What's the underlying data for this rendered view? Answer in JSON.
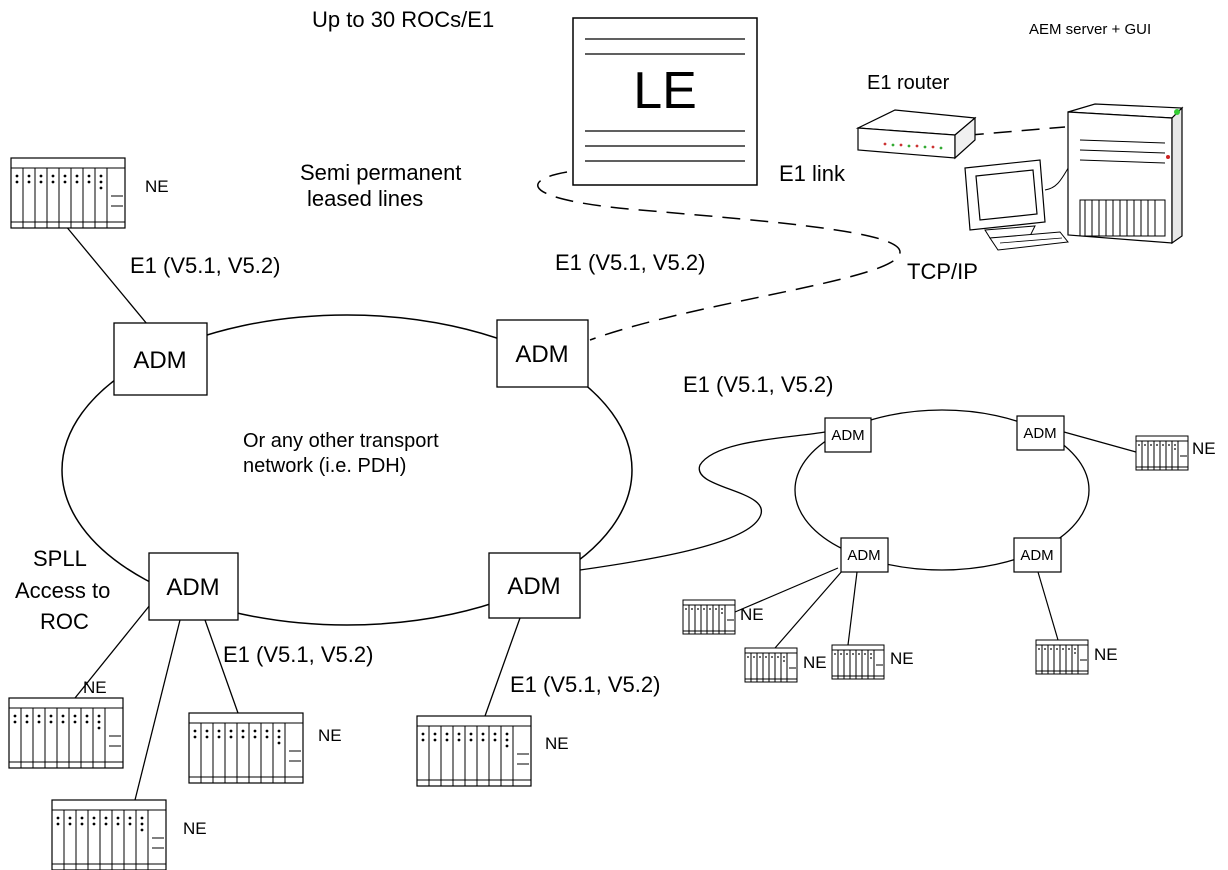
{
  "top_label": "Up to 30 ROCs/E1",
  "le_label": "LE",
  "router_label": "E1 router",
  "server_label": "AEM server + GUI",
  "semi_permanent_line1": "Semi permanent",
  "semi_permanent_line2": "leased lines",
  "e1_link_label": "E1 link",
  "tcpip_label": "TCP/IP",
  "e1_v5_label": "E1 (V5.1, V5.2)",
  "adm_label": "ADM",
  "ne_label": "NE",
  "transport_line1": "Or any other transport",
  "transport_line2": "network (i.e. PDH)",
  "spll_line1": "SPLL",
  "spll_line2": "Access to",
  "spll_line3": "ROC"
}
